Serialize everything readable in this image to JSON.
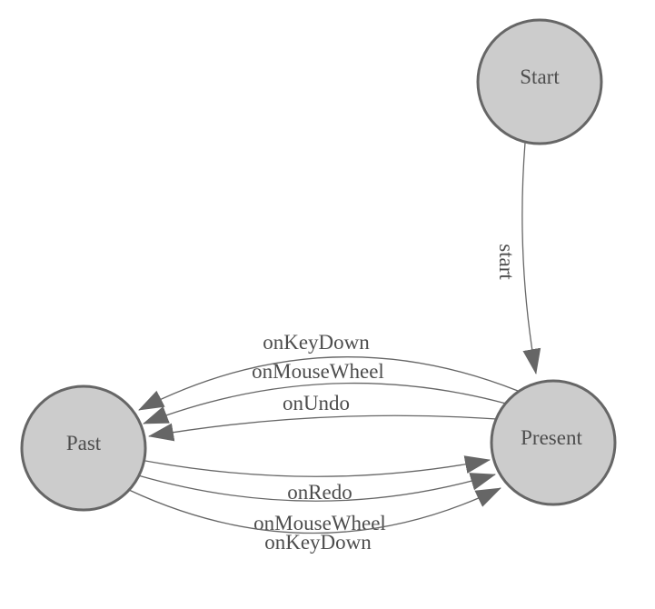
{
  "diagram": {
    "colors": {
      "background": "#ffffff",
      "node_fill": "#cccccc",
      "node_stroke": "#666666",
      "edge_stroke": "#666666",
      "arrowhead_fill": "#666666",
      "label_text": "#4d4d4d"
    },
    "nodes": {
      "start": {
        "label": "Start"
      },
      "present": {
        "label": "Present"
      },
      "past": {
        "label": "Past"
      }
    },
    "edges": {
      "start_to_present": {
        "from": "Start",
        "to": "Present",
        "label": "start"
      },
      "present_to_past": [
        {
          "from": "Present",
          "to": "Past",
          "label": "onKeyDown"
        },
        {
          "from": "Present",
          "to": "Past",
          "label": "onMouseWheel"
        },
        {
          "from": "Present",
          "to": "Past",
          "label": "onUndo"
        }
      ],
      "past_to_present": [
        {
          "from": "Past",
          "to": "Present",
          "label": "onRedo"
        },
        {
          "from": "Past",
          "to": "Present",
          "label": "onMouseWheel"
        },
        {
          "from": "Past",
          "to": "Present",
          "label": "onKeyDown"
        }
      ]
    }
  }
}
